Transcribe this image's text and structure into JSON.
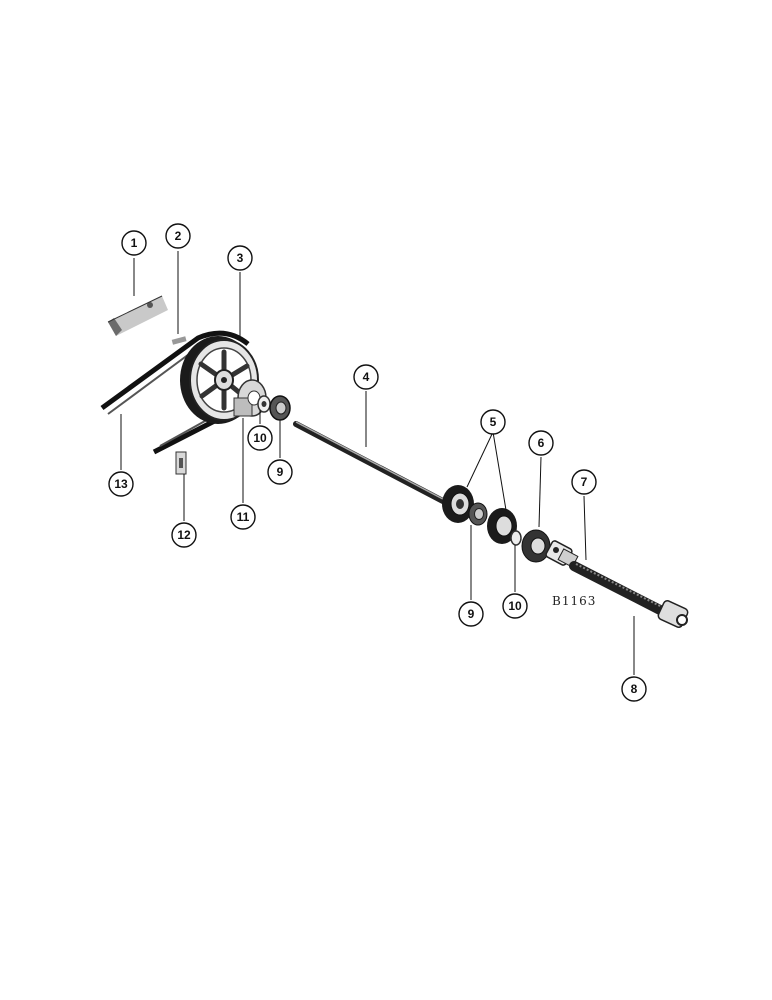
{
  "figure_code": "B1163",
  "callouts": [
    {
      "id": "c1",
      "label": "1"
    },
    {
      "id": "c2",
      "label": "2"
    },
    {
      "id": "c3",
      "label": "3"
    },
    {
      "id": "c4",
      "label": "4"
    },
    {
      "id": "c5",
      "label": "5"
    },
    {
      "id": "c6",
      "label": "6"
    },
    {
      "id": "c7",
      "label": "7"
    },
    {
      "id": "c8",
      "label": "8"
    },
    {
      "id": "c9a",
      "label": "9"
    },
    {
      "id": "c9b",
      "label": "9"
    },
    {
      "id": "c10a",
      "label": "10"
    },
    {
      "id": "c10b",
      "label": "10"
    },
    {
      "id": "c11",
      "label": "11"
    },
    {
      "id": "c12",
      "label": "12"
    },
    {
      "id": "c13",
      "label": "13"
    }
  ]
}
